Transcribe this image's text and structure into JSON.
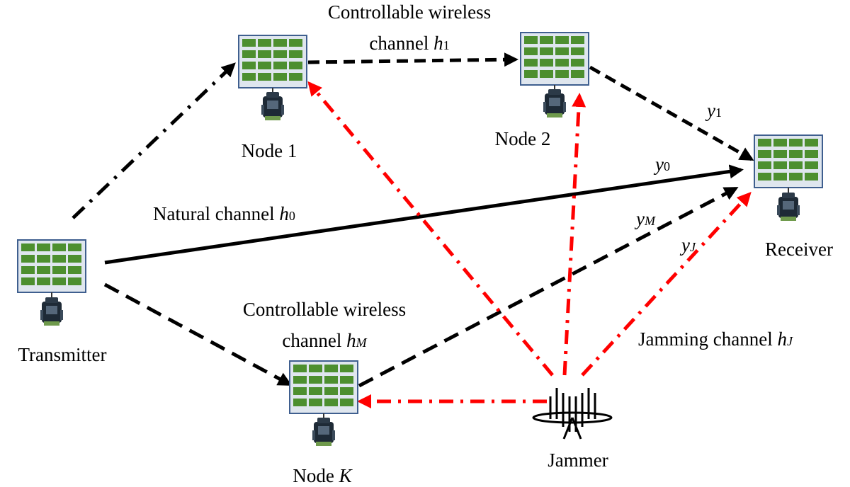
{
  "nodes": {
    "transmitter": "Transmitter",
    "node1": "Node 1",
    "node2": "Node 2",
    "nodek_prefix": "Node ",
    "nodek_var": "K",
    "receiver": "Receiver",
    "jammer": "Jammer"
  },
  "channels": {
    "ctrl_top_line1": "Controllable wireless",
    "ctrl_top_line2": "channel ",
    "ctrl_top_var": "h",
    "ctrl_top_sub": "1",
    "natural": "Natural channel ",
    "natural_var": "h",
    "natural_sub": "0",
    "ctrl_bottom_line1": "Controllable wireless",
    "ctrl_bottom_line2": "channel ",
    "ctrl_bottom_var": "h",
    "ctrl_bottom_sub": "M",
    "jamming": "Jamming channel ",
    "jamming_var": "h",
    "jamming_sub": "J"
  },
  "signals": {
    "y1_var": "y",
    "y1_sub": "1",
    "y0_var": "y",
    "y0_sub": "0",
    "yM_var": "y",
    "yM_sub": "M",
    "yJ_var": "y",
    "yJ_sub": "J"
  },
  "colors": {
    "panel_fill": "#4d8f2f",
    "panel_frame": "#3f5f8f",
    "panel_bg": "#dfe6ee",
    "link_black": "#000000",
    "link_jamming": "#ff0000",
    "radio_body": "#1e2a36"
  },
  "icons": {
    "panel": "antenna-panel-icon",
    "radio": "radio-device-icon",
    "jammer": "jammer-antenna-icon"
  }
}
